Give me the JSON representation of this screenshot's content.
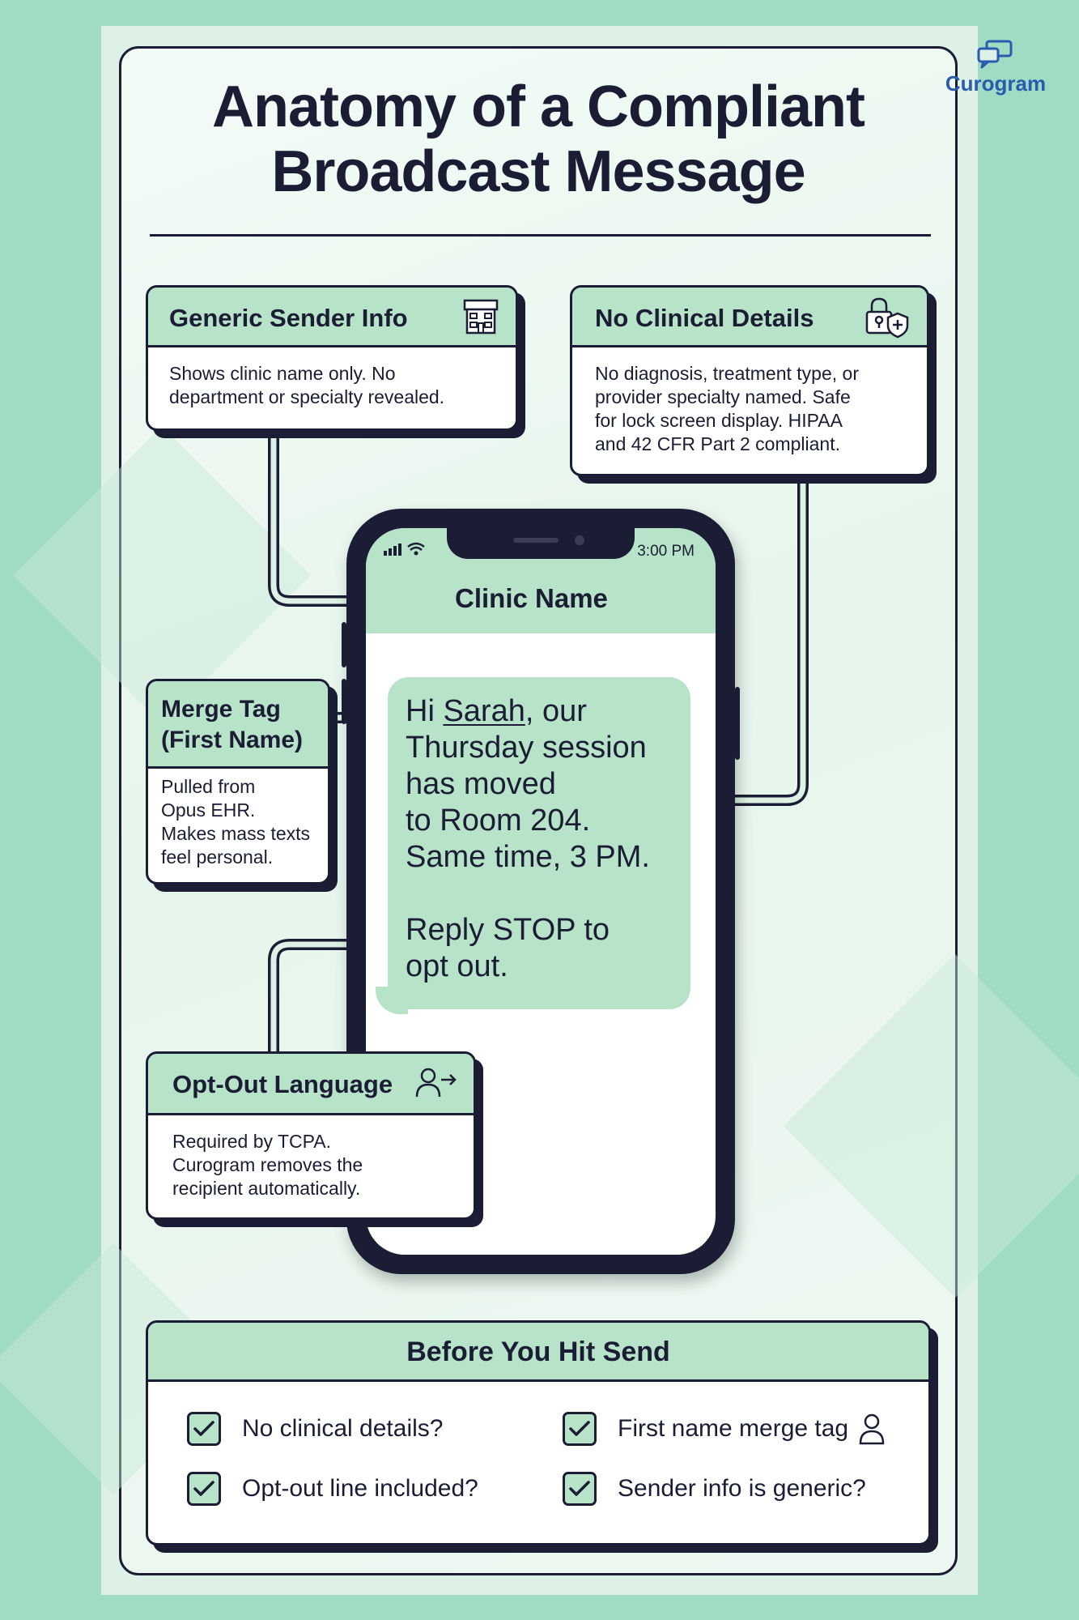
{
  "brand": {
    "name": "Curogram"
  },
  "title": {
    "line1": "Anatomy of a Compliant",
    "line2": "Broadcast Message"
  },
  "cards": {
    "sender": {
      "title": "Generic Sender Info",
      "body": [
        "Shows clinic name only. No",
        "department or specialty revealed."
      ],
      "icon": "building-icon"
    },
    "clinical": {
      "title": "No Clinical Details",
      "body": [
        "No diagnosis, treatment type, or",
        "provider specialty named. Safe",
        "for lock screen display. HIPAA",
        "and 42 CFR Part 2 compliant."
      ],
      "icon": "lock-shield-icon"
    },
    "merge": {
      "title_line1": "Merge Tag",
      "title_line2": "(First Name)",
      "body": [
        "Pulled from",
        "Opus EHR.",
        "Makes mass texts",
        "feel personal."
      ]
    },
    "optout": {
      "title": "Opt-Out Language",
      "body": [
        "Required by TCPA.",
        "Curogram removes the",
        "recipient automatically."
      ],
      "icon": "user-arrow-icon"
    }
  },
  "phone": {
    "time": "3:00 PM",
    "sender": "Clinic Name",
    "message": {
      "greeting_pre": "Hi ",
      "first_name": "Sarah",
      "greeting_post": ", our",
      "lines": [
        "Thursday session",
        "has moved",
        "to Room 204.",
        "Same time, 3 PM."
      ],
      "optout_lines": [
        "Reply STOP to",
        "opt out."
      ]
    }
  },
  "checklist": {
    "title": "Before You Hit Send",
    "items": [
      "No clinical details?",
      "First name merge tag",
      "Opt-out line included?",
      "Sender info is generic?"
    ]
  },
  "colors": {
    "mint": "#b7e3c9",
    "navy": "#1a1d33",
    "background": "#a0dcc3",
    "brand": "#2b5bb0"
  }
}
